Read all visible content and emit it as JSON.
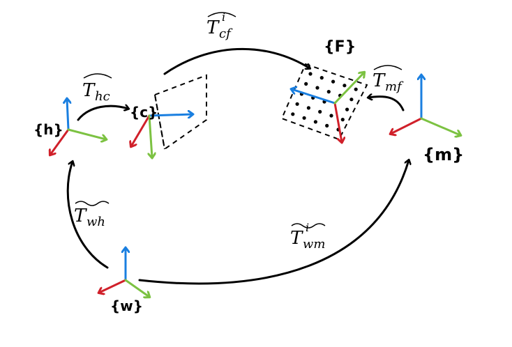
{
  "frames": {
    "h": {
      "label": "{h}"
    },
    "c": {
      "label": "{c}"
    },
    "f": {
      "label": "{F}"
    },
    "m": {
      "label": "{m}"
    },
    "w": {
      "label": "{w}"
    }
  },
  "transforms": {
    "T_hc": {
      "base": "T",
      "sub": "hc",
      "sup": "",
      "accent": "hat"
    },
    "T_cf": {
      "base": "T",
      "sub": "cf",
      "sup": "i",
      "accent": "hat"
    },
    "T_mf": {
      "base": "T",
      "sub": "mf",
      "sup": "",
      "accent": "hat"
    },
    "T_wh": {
      "base": "T",
      "sub": "wh",
      "sup": "",
      "accent": "tilde"
    },
    "T_wm": {
      "base": "T",
      "sub": "wm",
      "sup": "i",
      "accent": "tilde"
    }
  },
  "colors": {
    "x_axis": "#d0202a",
    "y_axis": "#7cc242",
    "z_axis": "#1a7fe0",
    "ink": "#000000"
  }
}
